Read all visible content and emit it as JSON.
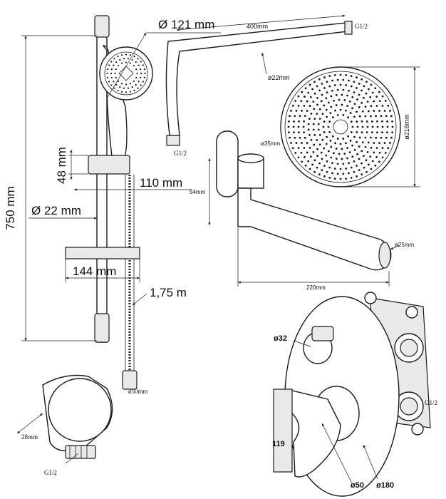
{
  "labels": {
    "head_diameter": "Ø 121 mm",
    "arm_length": "400mm",
    "arm_thread": "G1/2",
    "arm_diameter": "ø22mm",
    "overhead_diameter": "ø218mm",
    "bracket_thread": "G1/2",
    "holder_height": "48 mm",
    "holder_offset": "110 mm",
    "rail_diameter": "Ø 22 mm",
    "total_height": "750 mm",
    "spout_flange": "ø35mm",
    "spout_height": "54mm",
    "spout_outlet": "ø25mm",
    "spout_length": "220mm",
    "shelf_width": "144 mm",
    "hose_length": "1,75 m",
    "hose_diameter": "ø50mm",
    "outlet_depth": "28mm",
    "outlet_thread": "G1/2",
    "diverter_diameter": "ø32",
    "box_thread": "G1/2",
    "lever_height": "119",
    "lever_base": "ø50",
    "plate_diameter": "ø180"
  }
}
